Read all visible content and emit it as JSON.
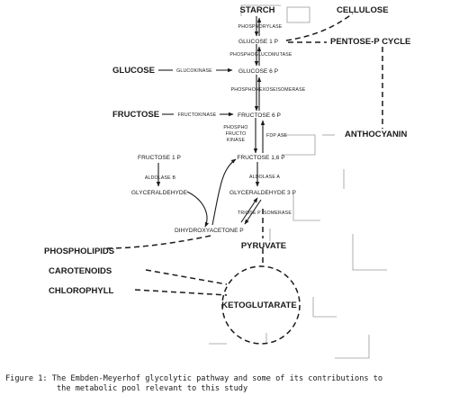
{
  "metabolites": {
    "starch": "STARCH",
    "cellulose": "CELLULOSE",
    "glucose_1p": "GLUCOSE 1 P",
    "pentose_p_cycle": "PENTOSE-P CYCLE",
    "glucose": "GLUCOSE",
    "glucose_6p": "GLUCOSE 6 P",
    "fructose": "FRUCTOSE",
    "fructose_6p": "FRUCTOSE 6 P",
    "anthocyanin": "ANTHOCYANIN",
    "fructose_1p": "FRUCTOSE 1 P",
    "fructose_16p": "FRUCTOSE 1,6 P",
    "glyceraldehyde": "GLYCERALDEHYDE",
    "glyceraldehyde_3p": "GLYCERALDEHYDE 3 P",
    "dihydroxyacetone_p": "DIHYDROXYACETONE P",
    "phospholipids": "PHOSPHOLIPIDS",
    "pyruvate": "PYRUVATE",
    "carotenoids": "CAROTENOIDS",
    "chlorophyll": "CHLOROPHYLL",
    "ketoglutarate": "KETOGLUTARATE"
  },
  "enzymes": {
    "phosphorylase": "PHOSPHORYLASE",
    "phosphoglucomutase": "PHOSPHOGLUCOMUTASE",
    "glucokinase": "GLUCOKINASE",
    "phosphohexoseisomerase": "PHOSPHOHEXOSEISOMERASE",
    "fructokinase": "FRUCTOKINASE",
    "phosphofructokinase_1": "PHOSPHO",
    "phosphofructokinase_2": "FRUCTO",
    "phosphofructokinase_3": "KINASE",
    "fdpase": "FDP ASE",
    "aldolase_b": "ALDOLASE B",
    "aldolase_a": "ALDOLASE A",
    "triose_p_isomerase": "TRIOSE P ISOMERASE"
  },
  "caption": {
    "line1": "Figure 1: The Embden-Meyerhof glycolytic pathway and some of its contributions to",
    "line2": "the metabolic pool relevant to this study"
  }
}
